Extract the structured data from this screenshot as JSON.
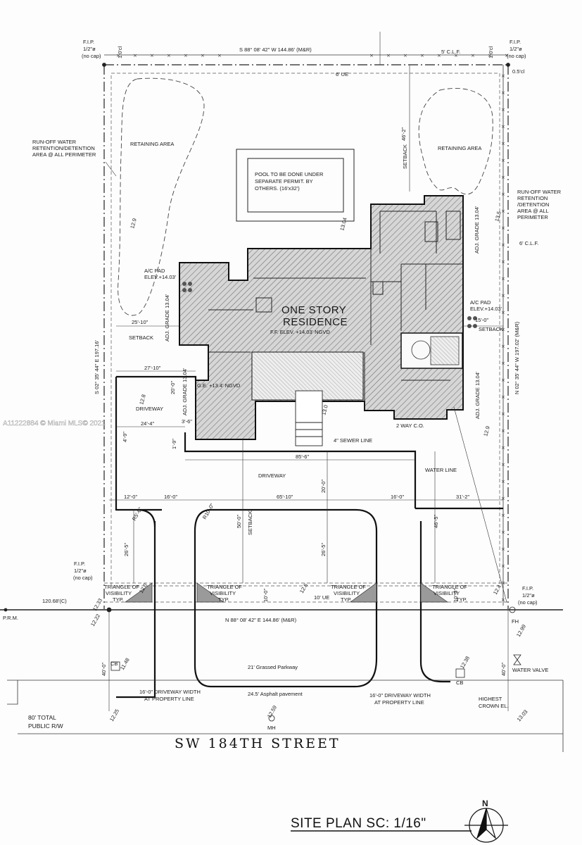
{
  "title": "SITE  PLAN SC: 1/16\"",
  "north": "N",
  "street_name": "SW  184TH  STREET",
  "watermark": "A11222884 © Miami MLS© 2021",
  "residence": {
    "line1": "ONE STORY",
    "line2": "RESIDENCE",
    "elev": "F.F. ELEV. +14.03' NGVD",
    "garage_elev": "G.E. +13.4' NGVD"
  },
  "pool_note": [
    "POOL TO BE DONE UNDER",
    "SEPARATE PERMIT. BY",
    "OTHERS. (16'x32')"
  ],
  "labels": {
    "retaining_left": "RETAINING AREA",
    "retaining_right": "RETAINING AREA",
    "runoff_left": [
      "RUN-OFF WATER",
      "RETENTION/DETENTION",
      "AREA @ ALL PERIMETER"
    ],
    "runoff_right": [
      "RUN-OFF WATER",
      "RETENTION",
      "/DETENTION",
      "AREA @ ALL",
      "PERIMETER"
    ],
    "ac_pad_left": [
      "A/C PAD",
      "ELEV.+14.03'"
    ],
    "ac_pad_right": [
      "A/C PAD",
      "ELEV.+14.03'"
    ],
    "adj_grade": "ADJ. GRADE 13.04'",
    "driveway": "DRIVEWAY",
    "setback": "SETBACK",
    "sewer": "4\" SEWER LINE",
    "water_line": "WATER LINE",
    "two_way": "2 WAY C.O.",
    "ue_top": "6' UE",
    "ue_bottom": "10' UE",
    "clf_top": "5' C.L.F.",
    "clf_right": "6' C.L.F.",
    "triangle": [
      "TRIANGLE OF",
      "VISIBILITY",
      "TYP."
    ],
    "grassed": "21' Grassed Parkway",
    "asphalt": "24.5' Asphalt pavement",
    "driveway_width": [
      "16'-0\" DRIVEWAY WIDTH",
      "AT PROPERTY LINE"
    ],
    "total_rw": [
      "80' TOTAL",
      "PUBLIC R/W"
    ],
    "water_valve": "WATER VALVE",
    "highest_crown": [
      "HIGHEST",
      "CROWN EL."
    ],
    "cb": "CB",
    "mh": "MH",
    "fh": "FH",
    "prm": "P.R.M.",
    "fip": [
      "F.I.P.",
      "1/2\"ø",
      "(no cap)"
    ],
    "fip_alt": [
      "F.I.P.",
      "1/2\"ø",
      "(no cap)"
    ]
  },
  "bearings": {
    "top": "S 88° 08' 42\" W   144.86' (M&R)",
    "bottom": "N 88° 08' 42\" E   144.86' (M&R)",
    "left": "S 02° 35' 44\" E  197.16'",
    "right": "N 02° 35' 44\" W  197.02' (M&R)"
  },
  "dimensions": {
    "top_setback": "46'-2\"",
    "left_setback": "25'-10\"",
    "right_setback": "15'-0\"",
    "d27_10": "27'-10\"",
    "d24_4": "24'-4\"",
    "d85_6": "85'-6\"",
    "d20_0": "20'-0\"",
    "d12_0": "12'-0\"",
    "d16_0": "16'-0\"",
    "d65_10": "65'-10\"",
    "d31_2": "31'-2\"",
    "d46_5": "46'-5\"",
    "d26_5": "26'-5\"",
    "d50_0": "50'-0\"",
    "d10_0": "10'-0\"",
    "d40_0": "40'-0\"",
    "d4_9": "4'-9\"",
    "d1_9": "1'-9\"",
    "d3_6": "3'-6\"",
    "r15": "R5'-0\"",
    "r10": "R10'-0\"",
    "d1_0": "1.0'cl",
    "d0_5": "0.5'cl",
    "d120": "120.68'(C)"
  },
  "elevations": [
    "12.9",
    "13.04",
    "13.5",
    "12.8",
    "13.0",
    "12.9",
    "12.0",
    "12.6",
    "12.4",
    "12.33",
    "12.22",
    "12.99",
    "11.48",
    "12.38",
    "12.25",
    "12.59",
    "13.03"
  ]
}
